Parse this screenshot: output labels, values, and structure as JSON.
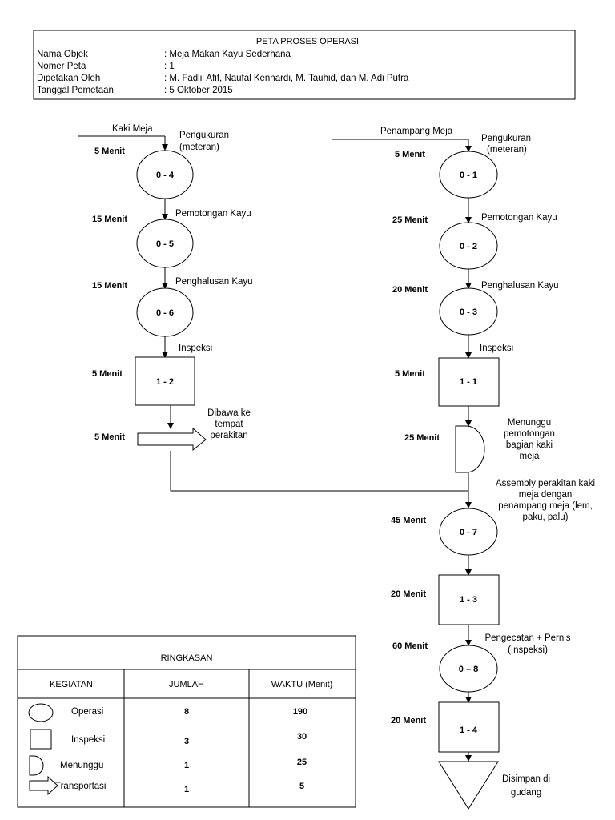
{
  "header": {
    "title": "PETA PROSES OPERASI",
    "rows": [
      {
        "label": "Nama Objek",
        "value": ": Meja Makan Kayu Sederhana"
      },
      {
        "label": "Nomer Peta",
        "value": ": 1"
      },
      {
        "label": "Dipetakan Oleh",
        "value": ": M. Fadlil Afif, Naufal Kennardi, M. Tauhid, dan M. Adi Putra"
      },
      {
        "label": "Tanggal Pemetaan",
        "value": ": 5 Oktober 2015"
      }
    ]
  },
  "left_flow": {
    "input_label": "Kaki Meja",
    "steps": [
      {
        "kind": "operation",
        "code": "0 - 4",
        "time": "5 Menit",
        "desc": [
          "Pengukuran",
          "(meteran)"
        ]
      },
      {
        "kind": "operation",
        "code": "0 - 5",
        "time": "15 Menit",
        "desc": [
          "Pemotongan Kayu"
        ]
      },
      {
        "kind": "operation",
        "code": "0 - 6",
        "time": "15 Menit",
        "desc": [
          "Penghalusan Kayu"
        ]
      },
      {
        "kind": "inspection",
        "code": "1 - 2",
        "time": "5 Menit",
        "desc": [
          "Inspeksi"
        ]
      },
      {
        "kind": "transport",
        "code": "",
        "time": "5 Menit",
        "desc": [
          "Dibawa ke",
          "tempat",
          "perakitan"
        ]
      }
    ]
  },
  "right_flow": {
    "input_label": "Penampang Meja",
    "steps": [
      {
        "kind": "operation",
        "code": "0 - 1",
        "time": "5 Menit",
        "desc": [
          "Pengukuran",
          "(meteran)"
        ]
      },
      {
        "kind": "operation",
        "code": "0 - 2",
        "time": "25 Menit",
        "desc": [
          "Pemotongan Kayu"
        ]
      },
      {
        "kind": "operation",
        "code": "0 - 3",
        "time": "20 Menit",
        "desc": [
          "Penghalusan Kayu"
        ]
      },
      {
        "kind": "inspection",
        "code": "1 - 1",
        "time": "5 Menit",
        "desc": [
          "Inspeksi"
        ]
      },
      {
        "kind": "delay",
        "code": "",
        "time": "25 Menit",
        "desc": [
          "Menunggu",
          "pemotongan",
          "bagian kaki",
          "meja"
        ]
      },
      {
        "kind": "operation",
        "code": "0 - 7",
        "time": "45 Menit",
        "desc": [
          "Assembly perakitan kaki",
          "meja dengan",
          "penampang meja (lem,",
          "paku, palu)"
        ]
      },
      {
        "kind": "inspection",
        "code": "1 - 3",
        "time": "20 Menit",
        "desc": []
      },
      {
        "kind": "operation",
        "code": "0 – 8",
        "time": "60 Menit",
        "desc": [
          "Pengecatan + Pernis",
          "(Inspeksi)"
        ]
      },
      {
        "kind": "inspection",
        "code": "1 - 4",
        "time": "20 Menit",
        "desc": []
      },
      {
        "kind": "storage",
        "code": "",
        "time": "",
        "desc": [
          "Disimpan di",
          "gudang"
        ]
      }
    ]
  },
  "summary": {
    "title": "RINGKASAN",
    "headers": [
      "KEGIATAN",
      "JUMLAH",
      "WAKTU (Menit)"
    ],
    "rows": [
      {
        "symbol": "operation-circle-icon",
        "activity": "Operasi",
        "count": "8",
        "time": "190"
      },
      {
        "symbol": "inspection-square-icon",
        "activity": "Inspeksi",
        "count": "3",
        "time": "30"
      },
      {
        "symbol": "delay-d-icon",
        "activity": "Menunggu",
        "count": "1",
        "time": "25"
      },
      {
        "symbol": "transport-arrow-icon",
        "activity": "Transportasi",
        "count": "1",
        "time": "5"
      }
    ]
  }
}
